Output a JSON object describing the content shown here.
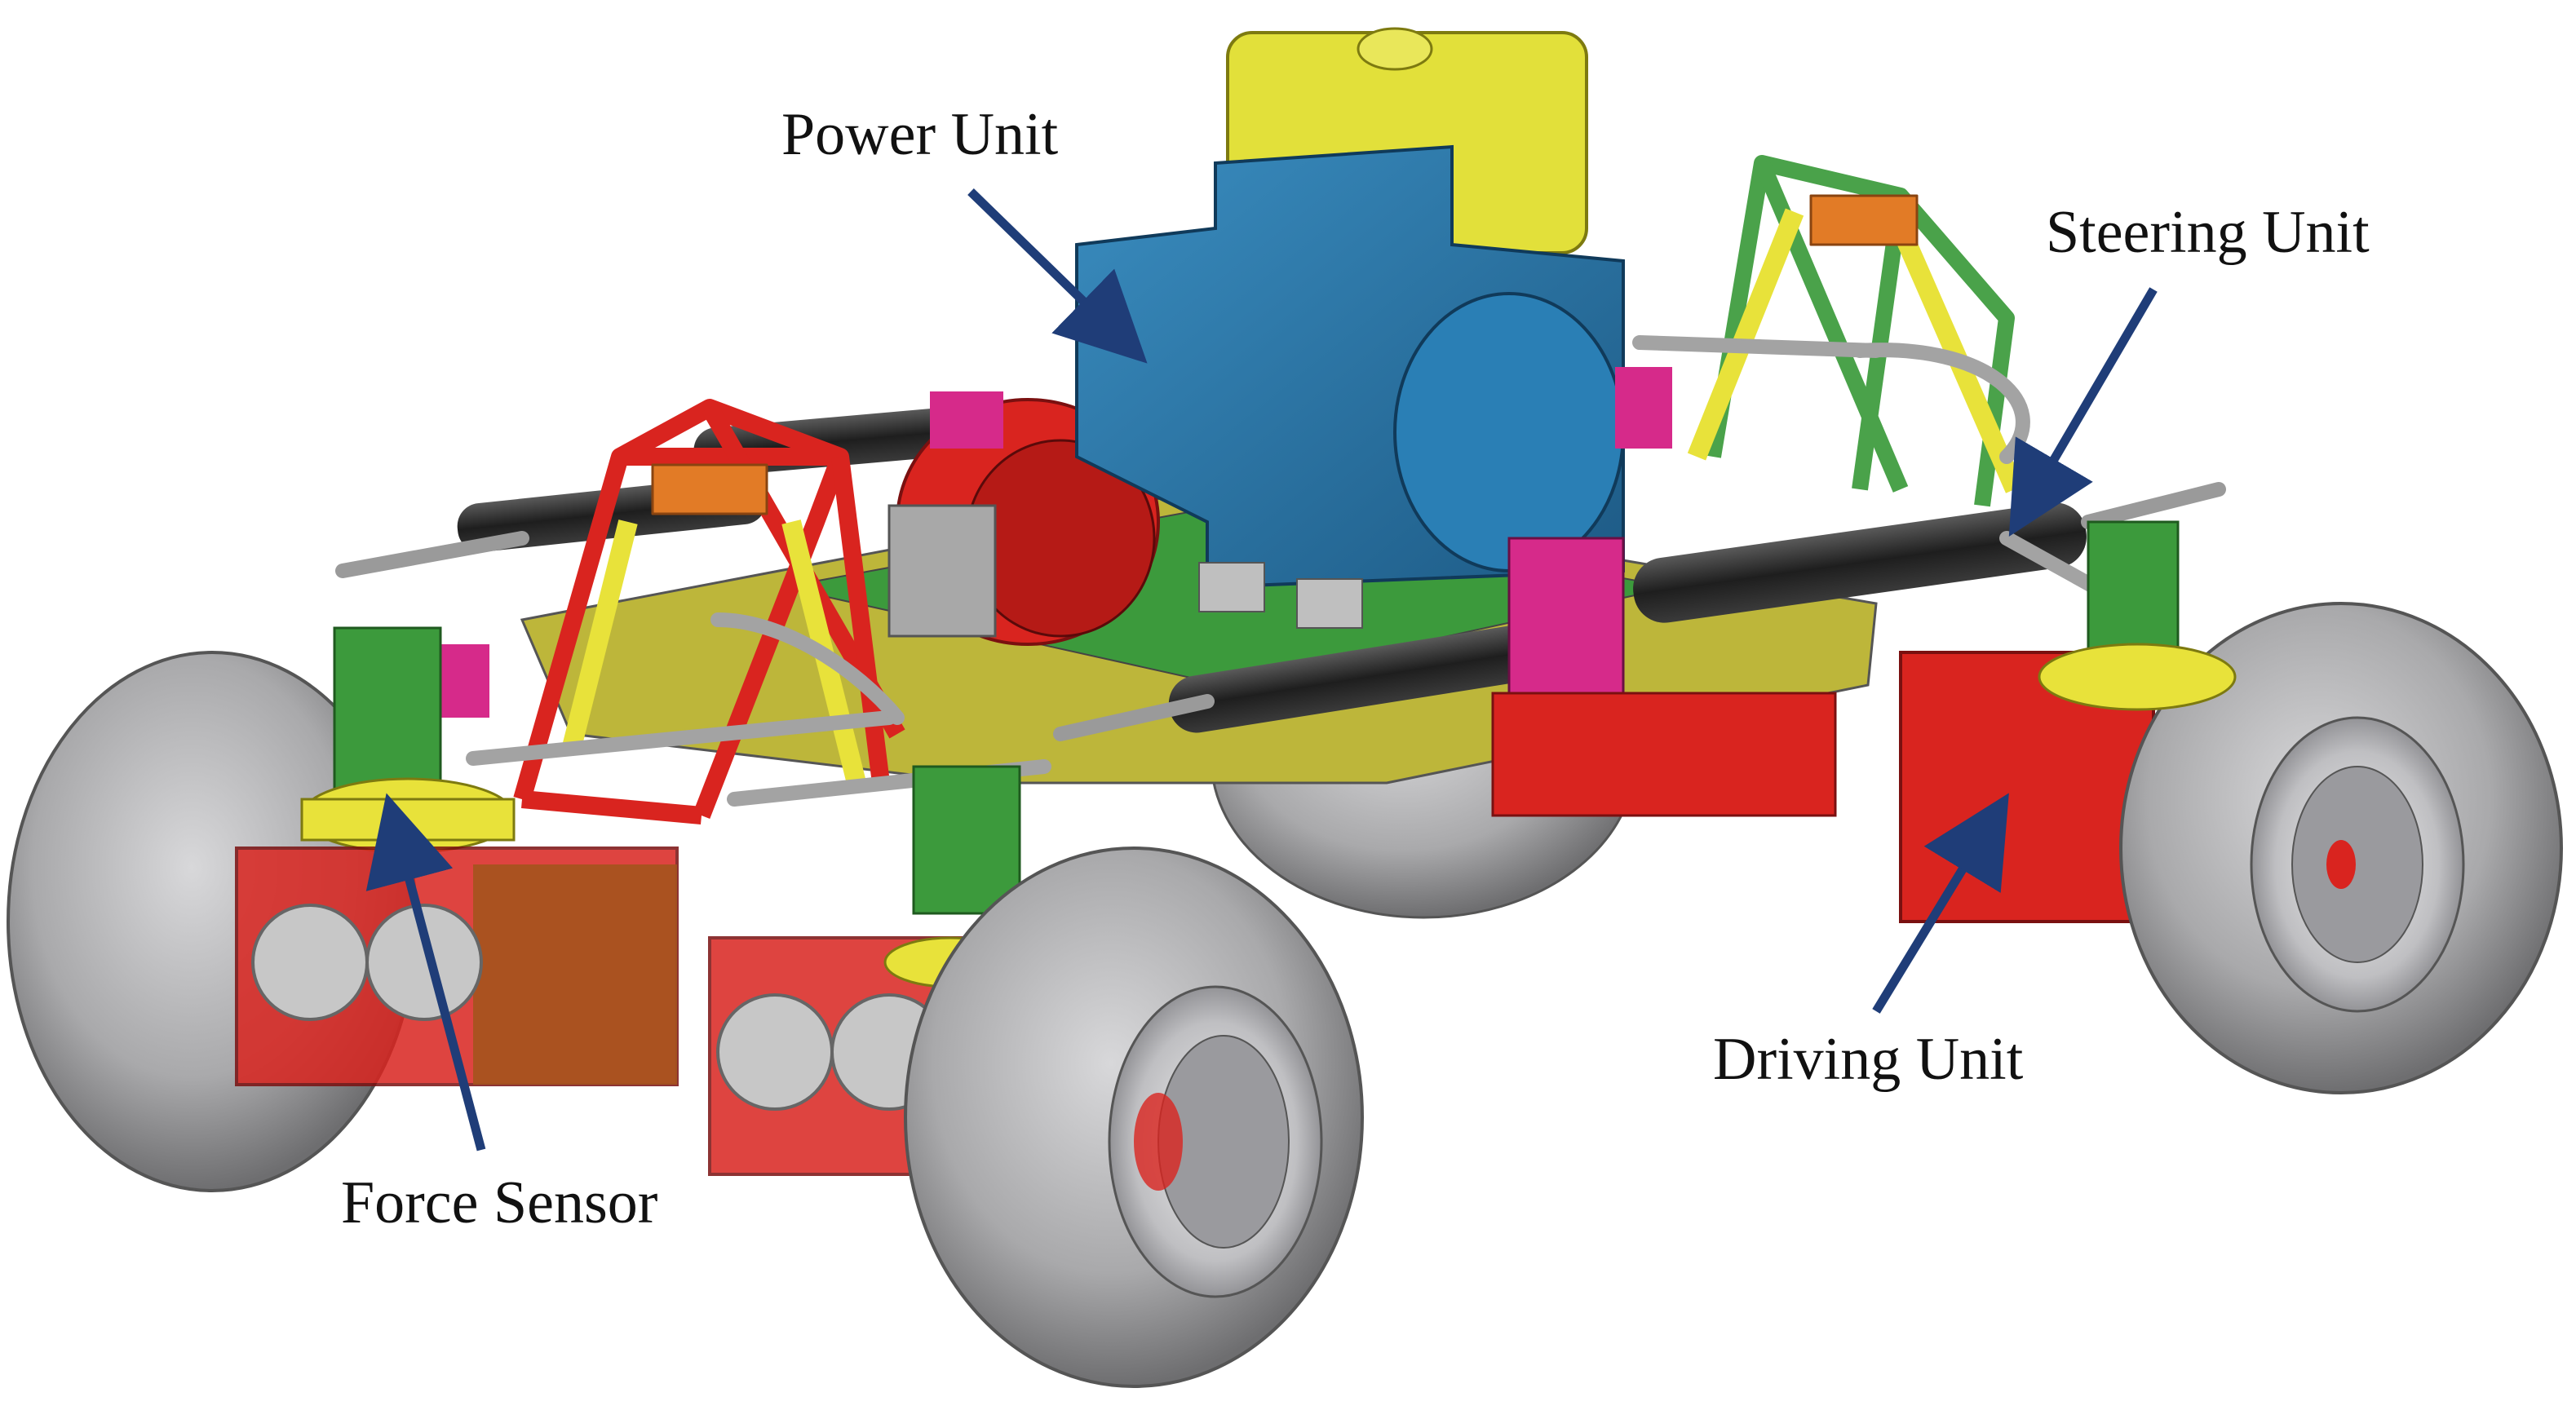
{
  "labels": {
    "power_unit": "Power Unit",
    "steering_unit": "Steering Unit",
    "driving_unit": "Driving Unit",
    "force_sensor": "Force Sensor"
  },
  "colors": {
    "arrow": "#1f3d78",
    "tire": "#a9a9ab",
    "power_unit_body": "#2a6f9e",
    "fuel_tank": "#e2e03a",
    "red_part": "#d9241f",
    "frame_yellow": "#e8e23a",
    "frame_green": "#4aa24a",
    "platform": "#bdb63a",
    "dark_cylinder": "#2b2b2b",
    "magenta_bracket": "#d62a8a",
    "orange_part": "#e27b26"
  },
  "icons": [
    "arrow-icon"
  ]
}
